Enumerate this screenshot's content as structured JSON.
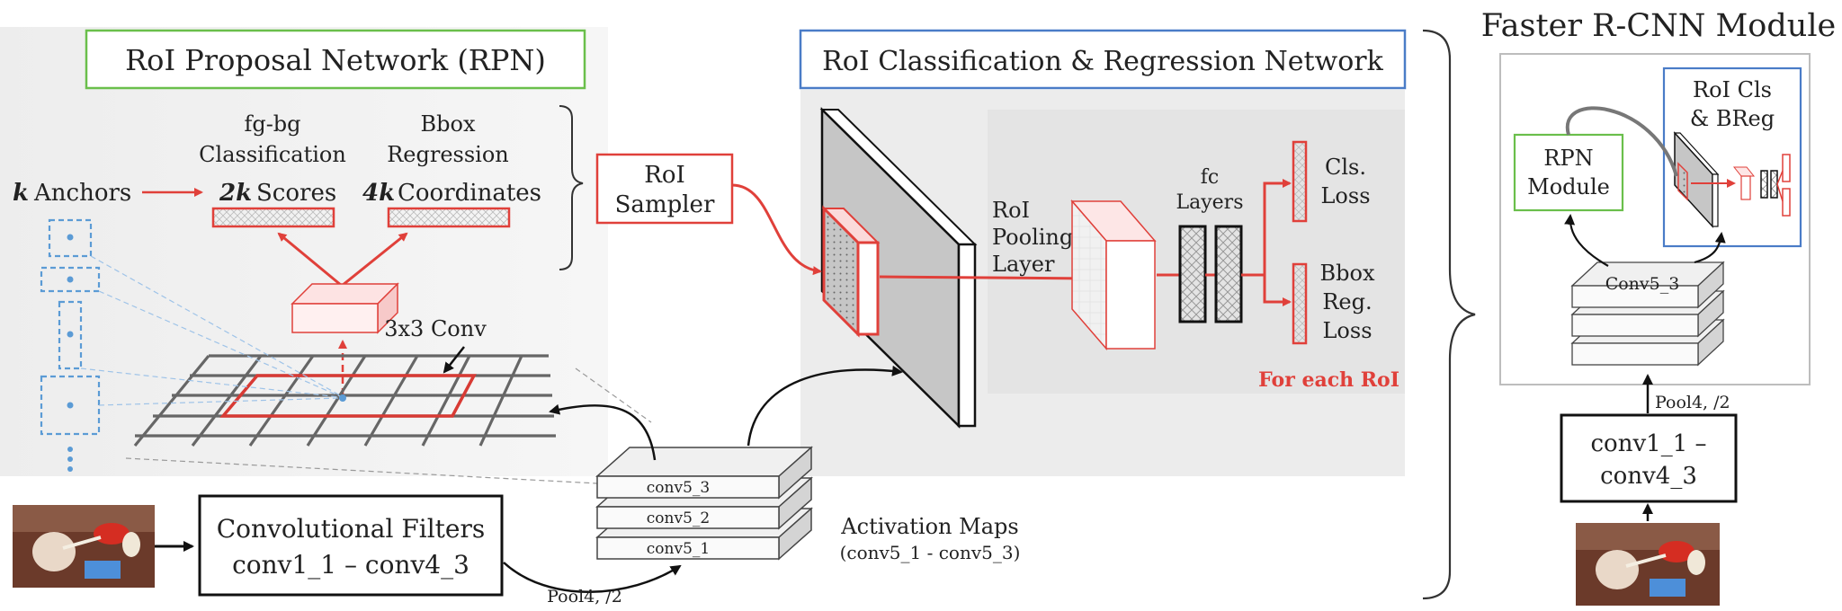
{
  "module_title": "Faster R-CNN Module",
  "rpn": {
    "title": "RoI Proposal Network (RPN)",
    "col_cls_line1": "fg-bg",
    "col_cls_line2": "Classification",
    "col_reg_line1": "Bbox",
    "col_reg_line2": "Regression",
    "anchors_k": "k",
    "anchors_label": "Anchors",
    "scores_k": "2k",
    "scores_label": "Scores",
    "coords_k": "4k",
    "coords_label": "Coordinates",
    "conv_label": "3x3 Conv"
  },
  "sampler": {
    "line1": "RoI",
    "line2": "Sampler"
  },
  "cls_net": {
    "title": "RoI Classification & Regression Network",
    "roi_pool_line1": "RoI",
    "roi_pool_line2": "Pooling",
    "roi_pool_line3": "Layer",
    "fc_line1": "fc",
    "fc_line2": "Layers",
    "cls_loss_line1": "Cls.",
    "cls_loss_line2": "Loss",
    "bbox_loss_line1": "Bbox",
    "bbox_loss_line2": "Reg.",
    "bbox_loss_line3": "Loss",
    "for_each": "For each RoI"
  },
  "backbone": {
    "filters_line1": "Convolutional Filters",
    "filters_line2": "conv1_1 – conv4_3",
    "pool_label": "Pool4, /2",
    "layers": [
      "conv5_3",
      "conv5_2",
      "conv5_1"
    ],
    "activation_line1": "Activation Maps",
    "activation_line2": "(conv5_1 - conv5_3)"
  },
  "summary": {
    "rpn_line1": "RPN",
    "rpn_line2": "Module",
    "cls_line1": "RoI Cls",
    "cls_line2": "& BReg",
    "conv5_label": "Conv5_3",
    "pool_label": "Pool4, /2",
    "conv_line1": "conv1_1 –",
    "conv_line2": "conv4_3"
  },
  "colors": {
    "red": "#e0403a",
    "green": "#6abf4b",
    "blue": "#4a7cc7",
    "dashed_blue": "#5b9bd5",
    "panel_bg": "#f3f3f3"
  }
}
